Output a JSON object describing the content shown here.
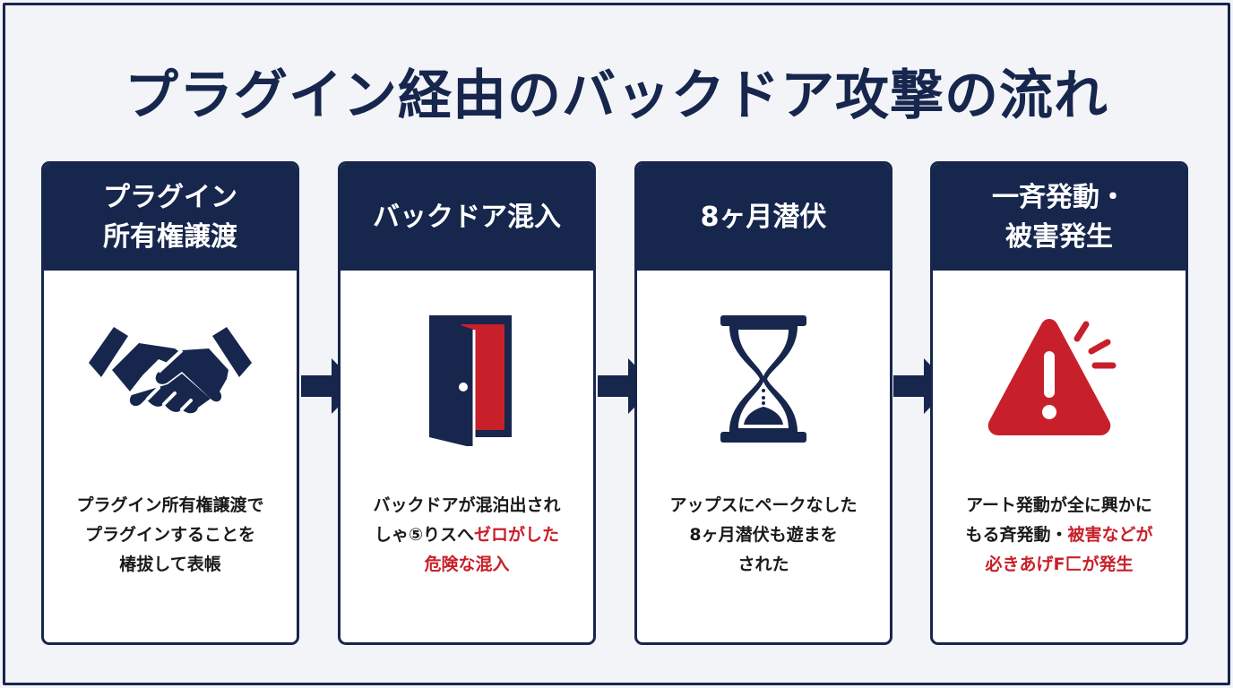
{
  "title": "プラグイン経由のバックドア攻撃の流れ",
  "colors": {
    "navy": "#17264d",
    "red": "#c8202a",
    "background": "#f2f4f8"
  },
  "steps": [
    {
      "header": [
        "プラグイン",
        "所有権譲渡"
      ],
      "icon": "handshake-icon",
      "desc": [
        {
          "text": "プラグイン所有権譲渡で",
          "highlight": ""
        },
        {
          "text": "プラグインすることを",
          "highlight": ""
        },
        {
          "text": "椿拔して表帳",
          "highlight": ""
        }
      ]
    },
    {
      "header": [
        "バックドア混入"
      ],
      "icon": "open-door-icon",
      "desc": [
        {
          "text": "バックドアが混泊出され",
          "highlight": ""
        },
        {
          "text": "しゃ⑤りスへ",
          "highlight": "ゼロがした"
        },
        {
          "text": "",
          "highlight": "危険な混入"
        }
      ]
    },
    {
      "header": [
        "8ヶ月潜伏"
      ],
      "icon": "hourglass-icon",
      "desc": [
        {
          "text": "アップスにペークなした",
          "highlight": ""
        },
        {
          "text": "8ヶ月潜伏も遊まを",
          "highlight": ""
        },
        {
          "text": "された",
          "highlight": ""
        }
      ]
    },
    {
      "header": [
        "一斉発動・",
        "被害発生"
      ],
      "icon": "warning-icon",
      "desc": [
        {
          "text": "アート発動が全に興かに",
          "highlight": ""
        },
        {
          "text": "もる斉発動・",
          "highlight": "被害などが"
        },
        {
          "text": "",
          "highlight": "必きあげF匚が発生"
        }
      ]
    }
  ]
}
